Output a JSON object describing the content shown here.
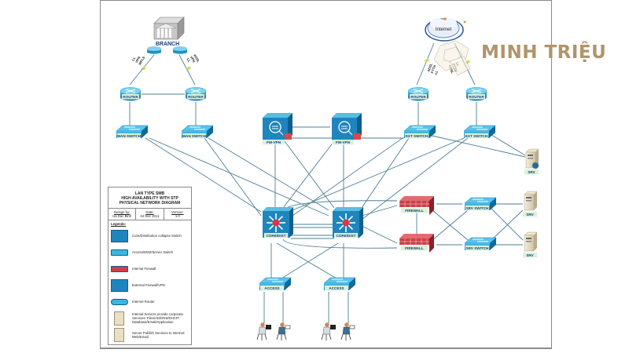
{
  "brand": {
    "name": "MINH TRIỆU",
    "color": "#b0946b"
  },
  "colors": {
    "link": "#4b7f95",
    "device_blue": "#1b8fc4",
    "firewall_red": "#c8414a",
    "label_bg": "#d9f2d9",
    "label_text": "#1a3d7a"
  },
  "diagram": {
    "branch": {
      "label": "BRANCH",
      "routers": [
        "ROUTER",
        "ROUTER"
      ]
    },
    "branch_links": [
      {
        "label": "LL\nVPN\nMPLS"
      },
      {
        "label": "ADSL\nVPN\nLL"
      }
    ],
    "internet": {
      "label": "Internet"
    },
    "internet_links": [
      {
        "label": "ADSL\nFTTH\nLL"
      },
      {
        "label": "LL\nFTTH\nADSL"
      }
    ],
    "wan_routers": [
      "ROUTER",
      "ROUTER"
    ],
    "ext_routers": [
      "ROUTER",
      "ROUTER"
    ],
    "wan_switches": [
      "WAN SWITCH",
      "WAN SWITCH"
    ],
    "fw_vpn": [
      "FW-VPN",
      "FW-VPN"
    ],
    "ext_switches": [
      "EXT SWITCH",
      "EXT SWITCH"
    ],
    "core": [
      "CORE/DIST",
      "CORE/DIST"
    ],
    "firewalls": [
      "FIREWALL",
      "FIREWALL"
    ],
    "srv_switches": [
      "SRV SWITCH",
      "SRV SWITCH"
    ],
    "servers": [
      "SRV",
      "SRV",
      "SRV"
    ],
    "access": [
      "ACCESS",
      "ACCESS"
    ]
  },
  "legend": {
    "title_lines": [
      "LAN TYPE SMB",
      "HIGH AVAILABILITY WITH STP",
      "PHYSICAL NETWORK DIAGRAM"
    ],
    "design_by_label": "Design by:",
    "design_by": "Ha Duc Binh",
    "date_label": "Date:",
    "date": "04 Dec 2011",
    "version_label": "Version:",
    "version": "1.0",
    "heading": "Legends:",
    "items": [
      {
        "icon": "core-switch",
        "text": "Core/Distribution collapse Switch"
      },
      {
        "icon": "access-switch",
        "text": "Access/DMZ/Server Switch"
      },
      {
        "icon": "internal-firewall",
        "text": "Internal Firewall"
      },
      {
        "icon": "external-firewall-vpn",
        "text": "External Firewall/VPN"
      },
      {
        "icon": "router",
        "text": "Internet Router"
      },
      {
        "icon": "internal-server",
        "text": "Internal Servers provide corporate Services: Files/AD/DNS/DHCP/ Database/Email/Application"
      },
      {
        "icon": "public-server",
        "text": "Server Publish Services to Internet: Web/Email"
      }
    ]
  }
}
